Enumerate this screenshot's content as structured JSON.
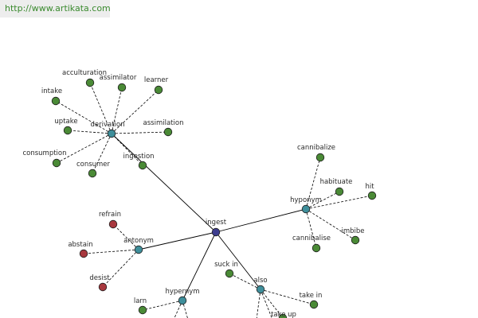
{
  "header": {
    "url": "http://www.artikata.com"
  },
  "colors": {
    "root": "#3d3d8f",
    "relation": "#3f8f9b",
    "positive": "#4a8a36",
    "antonym": "#a8383e",
    "edge": "#000000"
  },
  "graph": {
    "root": {
      "id": "ingest",
      "label": "ingest"
    },
    "relations": [
      {
        "id": "derivation",
        "label": "derivation"
      },
      {
        "id": "hyponym",
        "label": "hyponym"
      },
      {
        "id": "antonym",
        "label": "antonym"
      },
      {
        "id": "hypernym",
        "label": "hypernym"
      },
      {
        "id": "also",
        "label": "also"
      }
    ],
    "words": [
      {
        "id": "acculturation",
        "label": "acculturation",
        "parent": "derivation",
        "kind": "positive"
      },
      {
        "id": "assimilator",
        "label": "assimilator",
        "parent": "derivation",
        "kind": "positive"
      },
      {
        "id": "learner",
        "label": "learner",
        "parent": "derivation",
        "kind": "positive"
      },
      {
        "id": "intake",
        "label": "intake",
        "parent": "derivation",
        "kind": "positive"
      },
      {
        "id": "uptake",
        "label": "uptake",
        "parent": "derivation",
        "kind": "positive"
      },
      {
        "id": "assimilation",
        "label": "assimilation",
        "parent": "derivation",
        "kind": "positive"
      },
      {
        "id": "consumption",
        "label": "consumption",
        "parent": "derivation",
        "kind": "positive"
      },
      {
        "id": "consumer",
        "label": "consumer",
        "parent": "derivation",
        "kind": "positive"
      },
      {
        "id": "ingestion",
        "label": "ingestion",
        "parent": "derivation",
        "kind": "positive"
      },
      {
        "id": "cannibalize",
        "label": "cannibalize",
        "parent": "hyponym",
        "kind": "positive"
      },
      {
        "id": "habituate",
        "label": "habituate",
        "parent": "hyponym",
        "kind": "positive"
      },
      {
        "id": "hit",
        "label": "hit",
        "parent": "hyponym",
        "kind": "positive"
      },
      {
        "id": "cannibalise",
        "label": "cannibalise",
        "parent": "hyponym",
        "kind": "positive"
      },
      {
        "id": "imbibe",
        "label": "imbibe",
        "parent": "hyponym",
        "kind": "positive"
      },
      {
        "id": "refrain",
        "label": "refrain",
        "parent": "antonym",
        "kind": "antonym"
      },
      {
        "id": "abstain",
        "label": "abstain",
        "parent": "antonym",
        "kind": "antonym"
      },
      {
        "id": "desist",
        "label": "desist",
        "parent": "antonym",
        "kind": "antonym"
      },
      {
        "id": "larn",
        "label": "larn",
        "parent": "hypernym",
        "kind": "positive"
      },
      {
        "id": "suck-in",
        "label": "suck in",
        "parent": "also",
        "kind": "positive"
      },
      {
        "id": "take-in",
        "label": "take in",
        "parent": "also",
        "kind": "positive"
      },
      {
        "id": "take-up",
        "label": "take up",
        "parent": "also",
        "kind": "positive"
      }
    ]
  }
}
